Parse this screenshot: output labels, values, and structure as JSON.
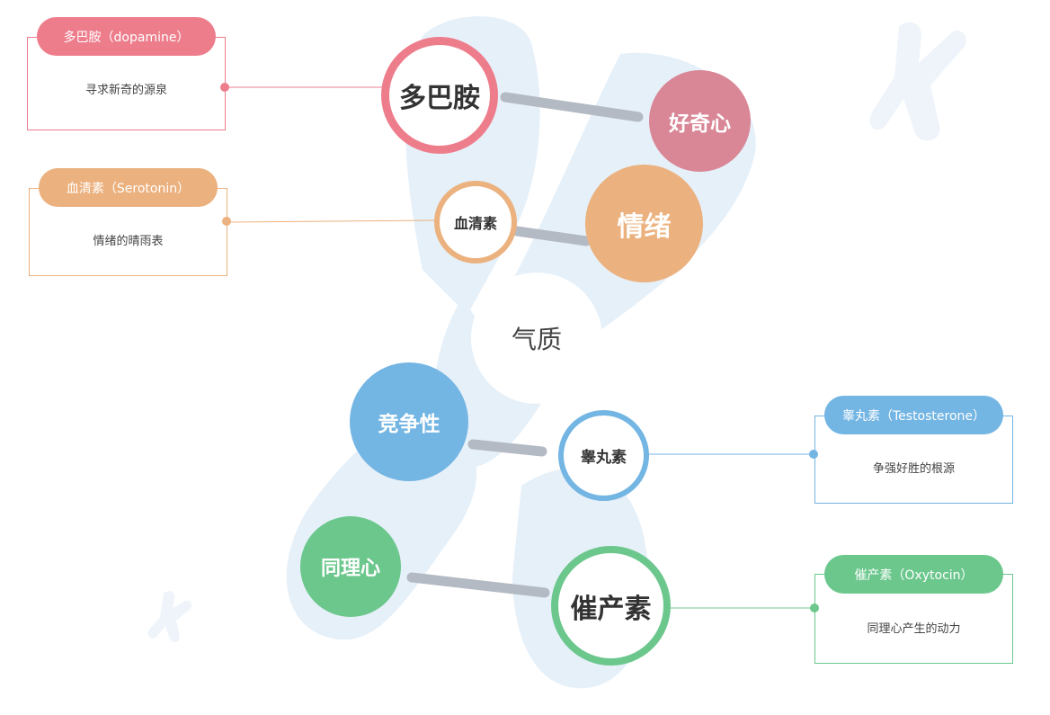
{
  "center": {
    "label": "气质"
  },
  "pairs": [
    {
      "hormone": "多巴胺",
      "trait": "好奇心",
      "card_title": "多巴胺（dopamine）",
      "card_desc": "寻求新奇的源泉",
      "color": "#ee7d8c",
      "trait_color": "#d98797"
    },
    {
      "hormone": "血清素",
      "trait": "情绪",
      "card_title": "血清素（Serotonin）",
      "card_desc": "情绪的晴雨表",
      "color": "#ebb17e",
      "trait_color": "#ebb17e"
    },
    {
      "hormone": "睾丸素",
      "trait": "竞争性",
      "card_title": "睾丸素（Testosterone）",
      "card_desc": "争强好胜的根源",
      "color": "#73b5e3",
      "trait_color": "#73b5e3"
    },
    {
      "hormone": "催产素",
      "trait": "同理心",
      "card_title": "催产素（Oxytocin）",
      "card_desc": "同理心产生的动力",
      "color": "#6cc78d",
      "trait_color": "#6cc78d"
    }
  ]
}
